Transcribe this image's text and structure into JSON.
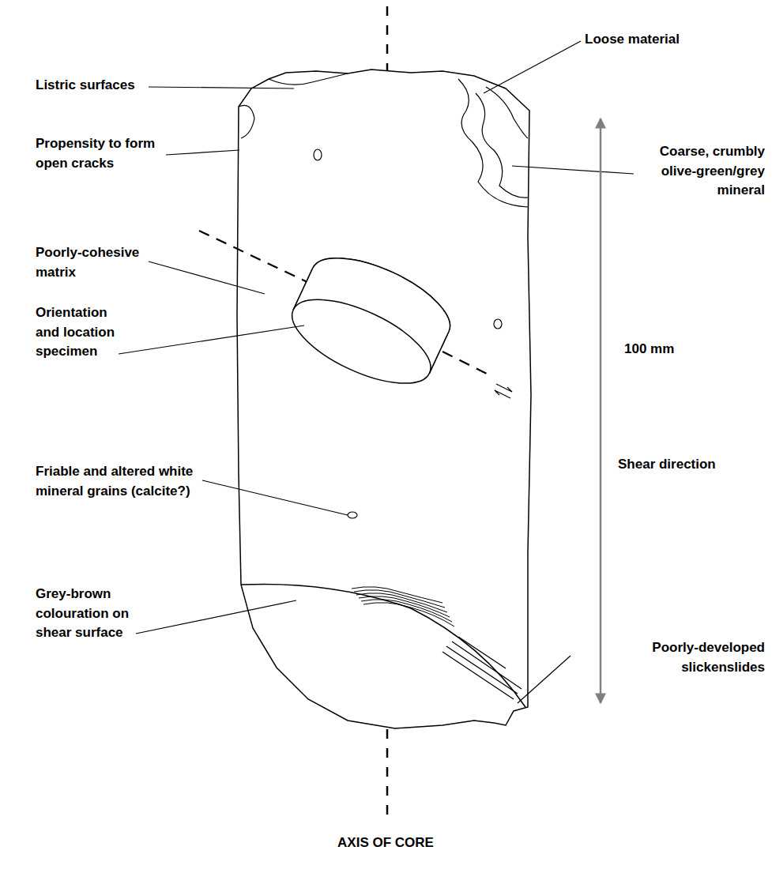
{
  "diagram": {
    "labels": [
      "Listric surfaces",
      "Propensity to form open cracks",
      "Poorly-cohesive matrix",
      "Orientation and location specimen",
      "Friable and altered white mineral grains (calcite?)",
      "Grey-brown colouration on shear surface",
      "Loose material",
      "Coarse, crumbly olive-green/grey mineral",
      "100 mm",
      "Shear direction",
      "Poorly-developed slickenslides",
      "AXIS OF CORE"
    ]
  }
}
